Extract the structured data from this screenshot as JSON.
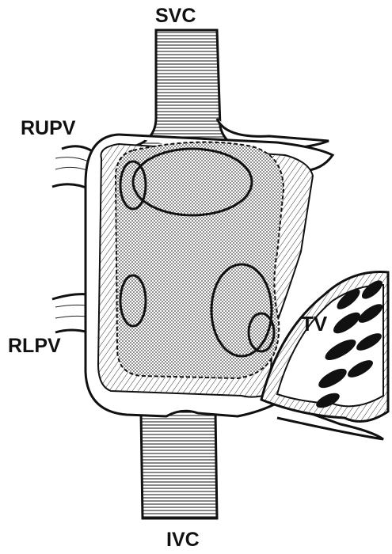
{
  "figure": {
    "colors": {
      "ink": "#111111",
      "paper": "#ffffff",
      "stipple": "#b8b8b8"
    },
    "labels": {
      "svc": "SVC",
      "rupv": "RUPV",
      "rlpv": "RLPV",
      "ivc": "IVC",
      "tv": "TV"
    }
  }
}
